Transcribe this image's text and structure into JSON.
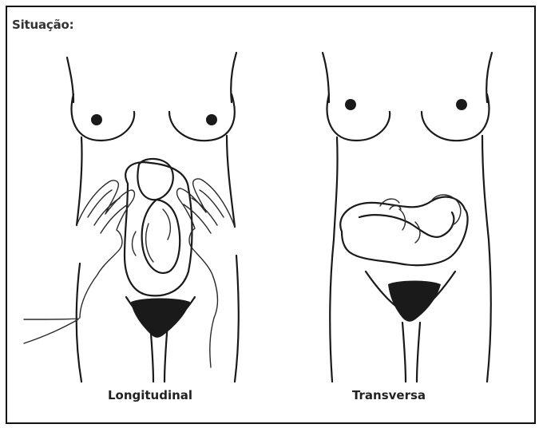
{
  "heading": "Situação:",
  "figures": [
    {
      "label": "Longitudinal"
    },
    {
      "label": "Transversa"
    }
  ]
}
